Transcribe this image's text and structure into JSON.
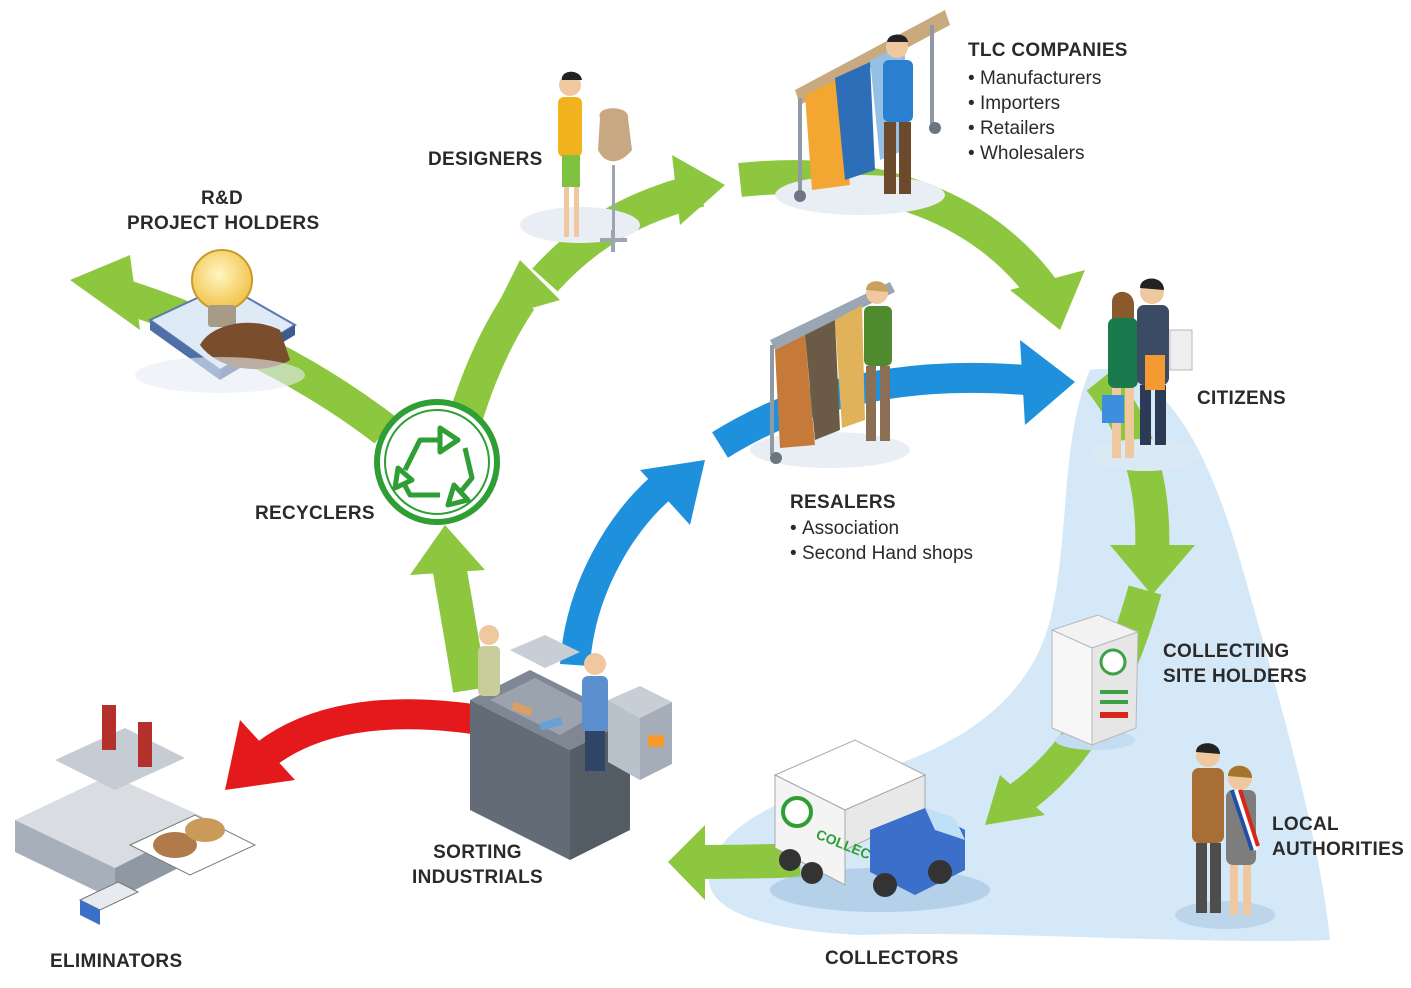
{
  "nodes": {
    "rd": {
      "label_line1": "R&D",
      "label_line2": "PROJECT HOLDERS"
    },
    "designers": {
      "label": "DESIGNERS"
    },
    "tlc": {
      "label": "TLC COMPANIES",
      "items": [
        "Manufacturers",
        "Importers",
        "Retailers",
        "Wholesalers"
      ]
    },
    "citizens": {
      "label": "CITIZENS"
    },
    "resalers": {
      "label": "RESALERS",
      "items": [
        "Association",
        "Second Hand shops"
      ]
    },
    "recyclers": {
      "label": "RECYCLERS"
    },
    "collecting": {
      "label_line1": "COLLECTING",
      "label_line2": "SITE HOLDERS"
    },
    "local": {
      "label_line1": "LOCAL",
      "label_line2": "AUTHORITIES"
    },
    "sorting": {
      "label_line1": "SORTING",
      "label_line2": "INDUSTRIALS"
    },
    "collectors": {
      "label": "COLLECTORS"
    },
    "eliminators": {
      "label": "ELIMINATORS"
    }
  },
  "truck_text": "COLLECTE",
  "colors": {
    "green_flow": "#8dc63f",
    "blue_flow": "#1e90dc",
    "red_flow": "#e3191b",
    "zone": "#cfe6f6",
    "recycle_green": "#2e9e35"
  },
  "icons": [
    "lightbulb-icon",
    "recycle-icon",
    "factory-icon",
    "truck-icon",
    "bin-icon",
    "clothes-rack-icon",
    "person-icon"
  ]
}
